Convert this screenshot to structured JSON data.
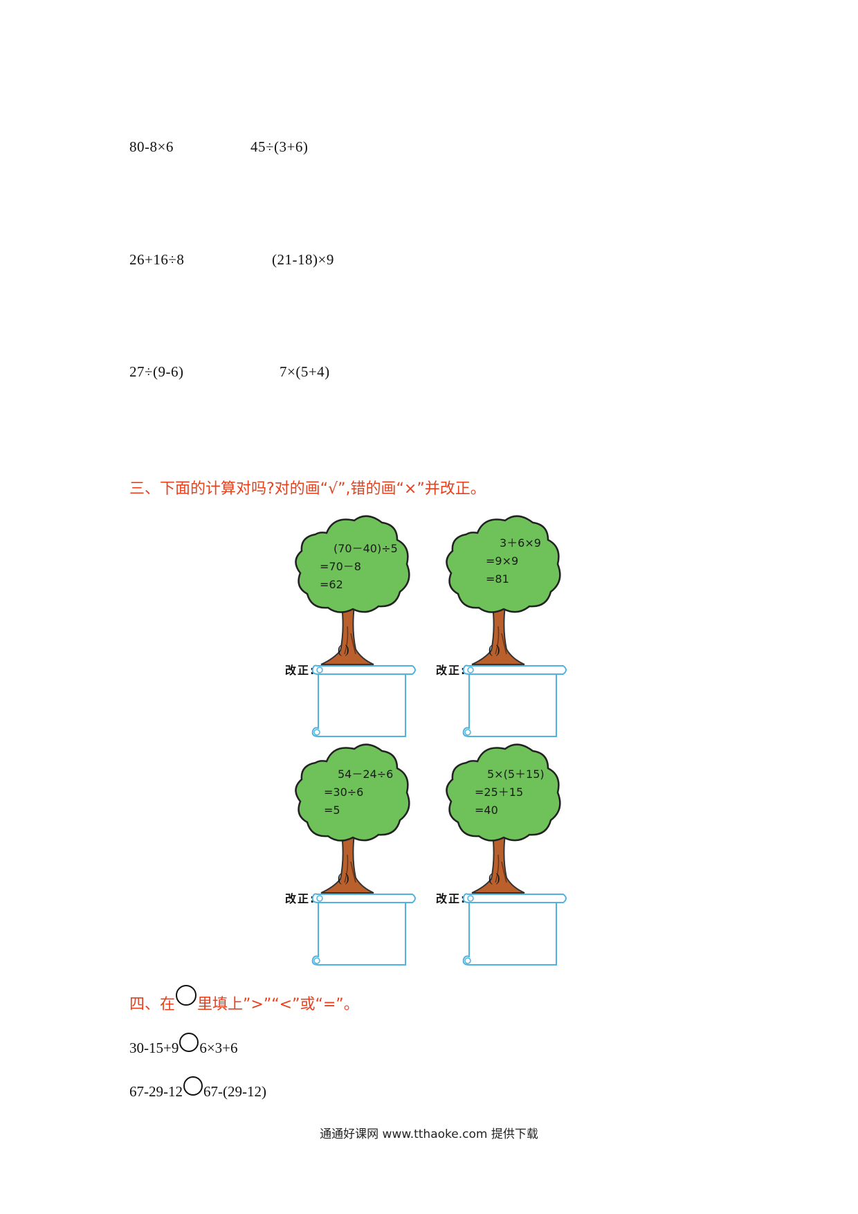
{
  "section2": {
    "expressions": [
      "80-8×6",
      "45÷(3+6)",
      "26+16÷8",
      "(21-18)×9",
      "27÷(9-6)",
      "7×(5+4)"
    ]
  },
  "section3": {
    "heading": "三、下面的计算对吗?对的画“√”,错的画“×”并改正。",
    "trees": [
      {
        "lines": [
          "(70－40)÷5",
          "=70－8",
          "=62"
        ]
      },
      {
        "lines": [
          "3＋6×9",
          "=9×9",
          "=81"
        ]
      },
      {
        "lines": [
          "54－24÷6",
          "=30÷6",
          "=5"
        ]
      },
      {
        "lines": [
          "5×(5＋15)",
          "=25＋15",
          "=40"
        ]
      }
    ],
    "paren_text": "(          )",
    "fix_label": "改正:"
  },
  "section4": {
    "heading_before": "四、在",
    "heading_after": "里填上”>”“<”或“=”。",
    "rows": [
      {
        "left": "30-15+9",
        "right": "6×3+6"
      },
      {
        "left": "67-29-12",
        "right": "67-(29-12)"
      }
    ]
  },
  "footer": {
    "text": "通通好课网  www.tthaoke.com  提供下载"
  },
  "colors": {
    "heading": "#e8401c",
    "tree_crown": "#6fc15a",
    "tree_trunk": "#b9602d",
    "scroll": "#4db3e0"
  }
}
